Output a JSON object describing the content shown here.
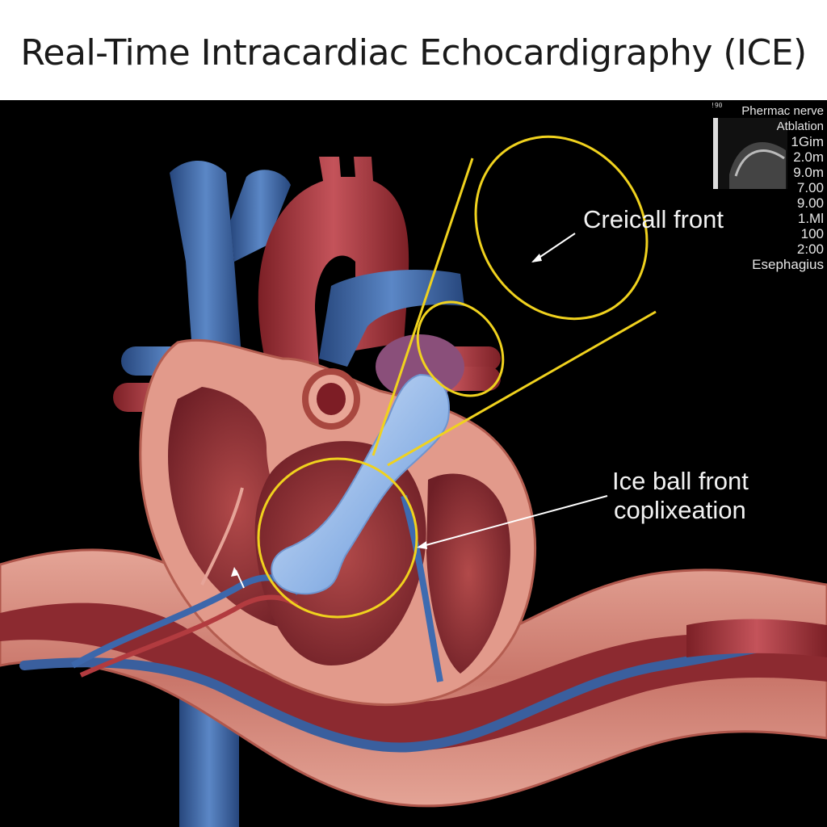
{
  "title": "Real-Time Intracardiac Echocardigraphy (ICE)",
  "labels": {
    "cryo_front": "Creicall front",
    "ice_front_line1": "Ice ball front",
    "ice_front_line2": "coplixeation"
  },
  "inset": {
    "tick": "!90",
    "lines": [
      "Phermac nerve",
      "Atblation",
      "1Gim",
      "2.0m",
      "9.0m",
      "7.00",
      "9.00",
      "1.Ml",
      "100",
      "2:00",
      "Esephagius"
    ]
  },
  "colors": {
    "background": "#000000",
    "highlight": "#f0d21e",
    "artery": "#a8383c",
    "vein": "#3f6aa8",
    "tissue": "#d98a7c",
    "iceball": "#a9c8ee"
  }
}
